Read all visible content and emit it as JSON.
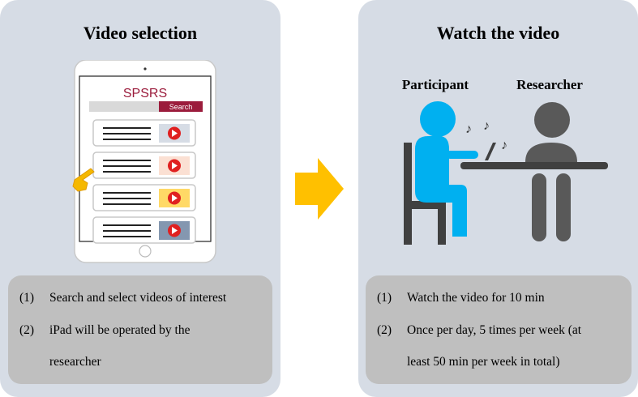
{
  "left": {
    "title": "Video selection",
    "ipad": {
      "app_name": "SPSRS",
      "search_button": "Search"
    },
    "notes": [
      {
        "num": "(1)",
        "lines": [
          "Search and select videos of interest"
        ]
      },
      {
        "num": "(2)",
        "lines": [
          "iPad will be operated by the",
          "researcher"
        ]
      }
    ]
  },
  "right": {
    "title": "Watch the video",
    "labels": {
      "participant": "Participant",
      "researcher": "Researcher"
    },
    "notes": [
      {
        "num": "(1)",
        "lines": [
          "Watch the video for 10 min"
        ]
      },
      {
        "num": "(2)",
        "lines": [
          "Once per day, 5 times per week (at",
          "least 50 min per week in total)"
        ]
      }
    ]
  },
  "colors": {
    "panel_bg": "#d6dce5",
    "notes_bg": "#bfbfbf",
    "arrow": "#ffc000",
    "participant": "#00b0f0",
    "researcher": "#595959",
    "brand": "#9b1c3c",
    "play": "#e02020"
  }
}
